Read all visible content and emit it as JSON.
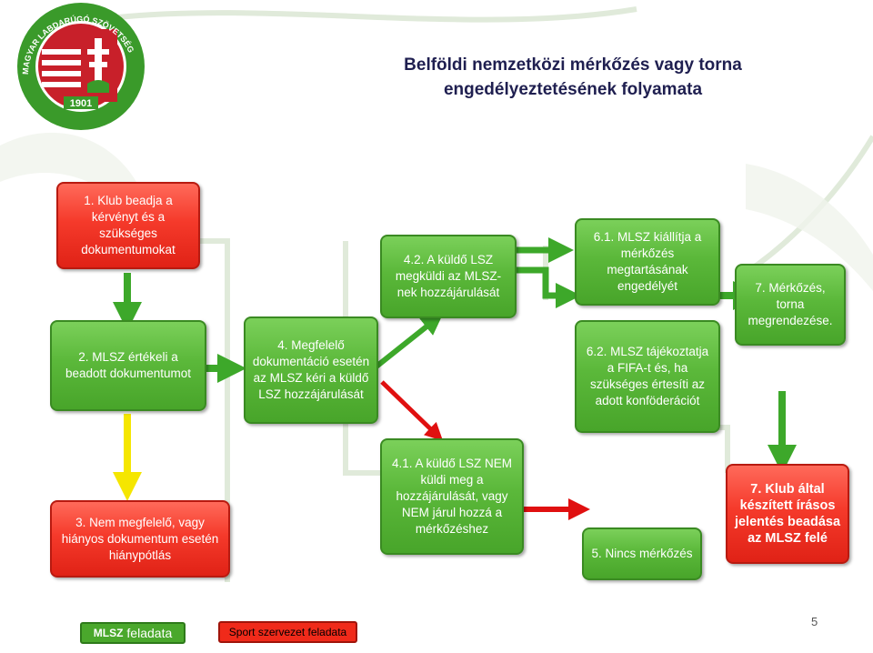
{
  "title": {
    "line1": "Belföldi nemzetközi mérkőzés vagy torna",
    "line2": "engedélyeztetésének folyamata"
  },
  "logo": {
    "ring_text": "MAGYAR LABDARÚGÓ SZÖVETSÉG",
    "year": "1901"
  },
  "boxes": {
    "step1": "1. Klub beadja a kérvényt és a szükséges dokumentumokat",
    "step2": "2. MLSZ értékeli a beadott dokumentumot",
    "step3": "3. Nem megfelelő, vagy hiányos dokumentum esetén hiánypótlás",
    "step4": "4. Megfelelő dokumentáció esetén az MLSZ kéri a küldő LSZ hozzájárulását",
    "step42": "4.2. A küldő LSZ megküldi az MLSZ-nek hozzájárulását",
    "step41": "4.1. A küldő LSZ NEM küldi meg a hozzájárulását, vagy NEM járul hozzá a mérkőzéshez",
    "step61": "6.1. MLSZ kiállítja a mérkőzés megtartásának engedélyét",
    "step62": "6.2. MLSZ tájékoztatja a FIFA-t és, ha szükséges értesíti az adott konföderációt",
    "step5": "5. Nincs mérkőzés",
    "step7a": "7. Mérkőzés, torna megrendezése.",
    "step7b": "7. Klub által készített írásos jelentés beadása az MLSZ felé"
  },
  "legend": {
    "mlsz_prefix": "MLSZ",
    "mlsz_label": "feladata",
    "sport_label": "Sport szervezet feladata"
  },
  "page_number": "5",
  "colors": {
    "green_box": "#5bb83a",
    "red_box": "#f53a2b",
    "green_arrow": "#3da82a",
    "red_arrow": "#e01010",
    "yellow_arrow": "#f5e600",
    "title": "#1f1f50"
  }
}
